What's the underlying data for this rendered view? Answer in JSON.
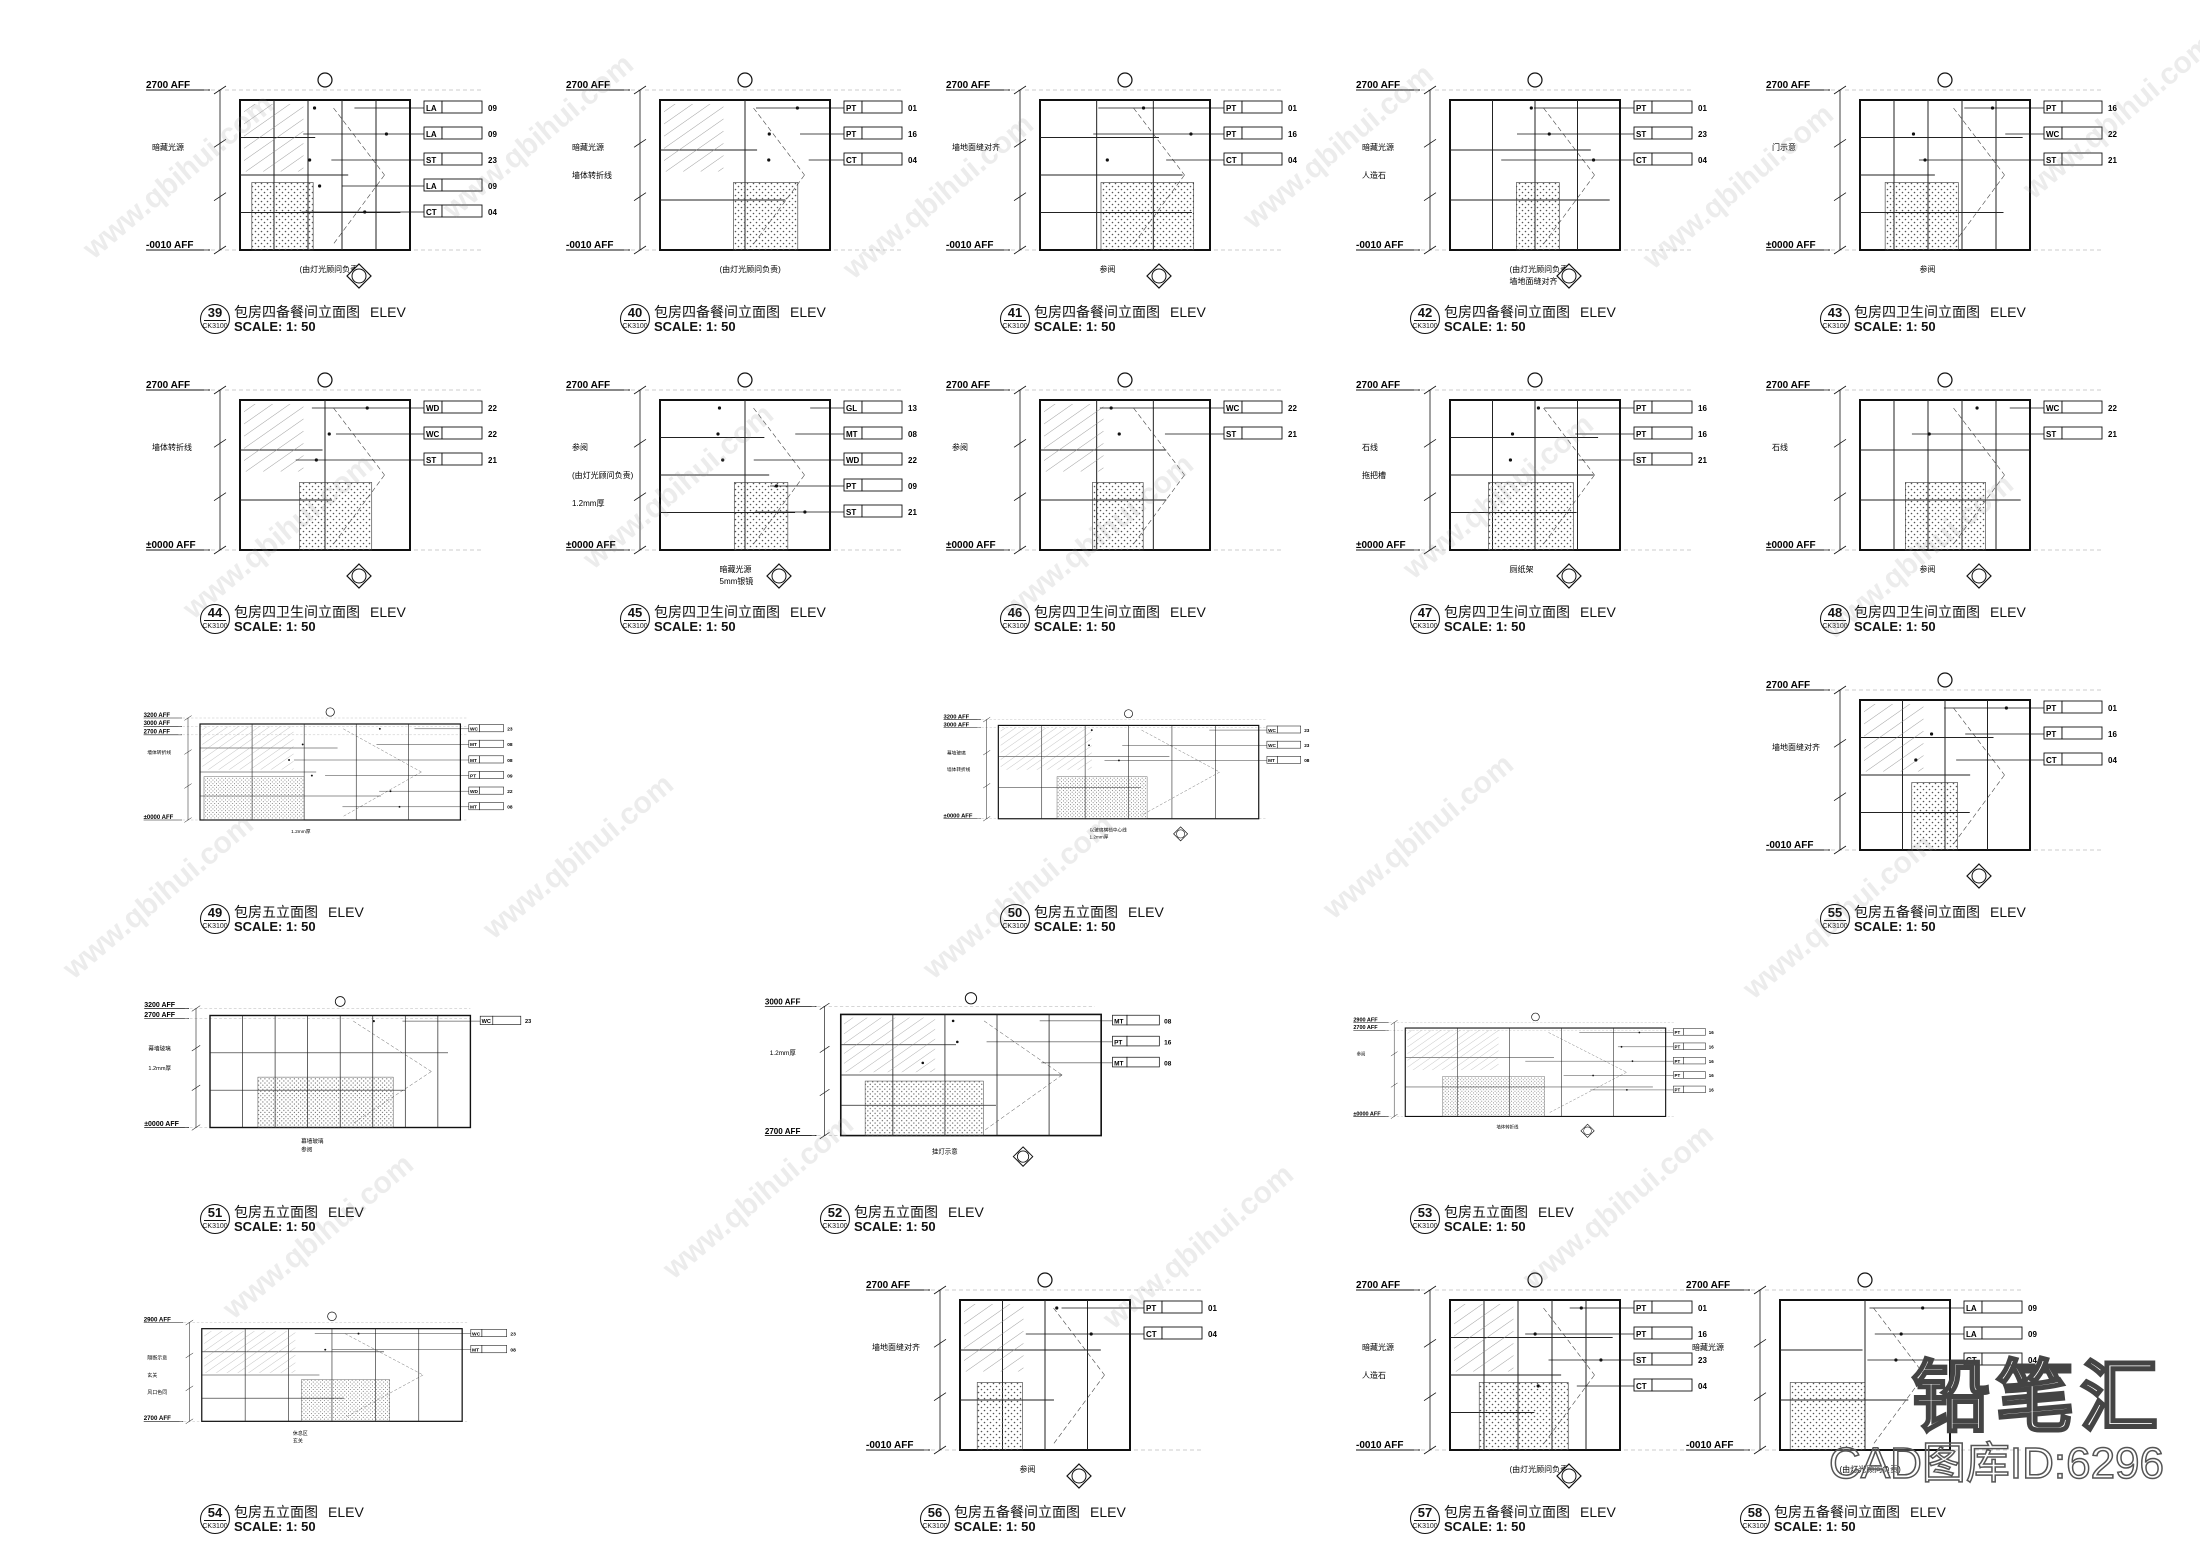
{
  "sheet": {
    "scale_text": "SCALE: 1: 50",
    "elev_word": "ELEV",
    "ref_code": "CK3100",
    "watermark_text": "www.qbihui.com",
    "brand_mark": "铅笔汇",
    "brand_id": "CAD图库ID:6296"
  },
  "drawings": [
    {
      "num": "39",
      "title": "包房四备餐间立面图",
      "levels": [
        "2700 AFF",
        "-0010 AFF"
      ],
      "tags": [
        [
          "LA",
          "09"
        ],
        [
          "LA",
          "09"
        ],
        [
          "ST",
          "23"
        ],
        [
          "LA",
          "09"
        ],
        [
          "CT",
          "04"
        ]
      ],
      "notes": [
        "暗藏光源",
        "(由灯光顾问负责)"
      ]
    },
    {
      "num": "40",
      "title": "包房四备餐间立面图",
      "levels": [
        "2700 AFF",
        "-0010 AFF"
      ],
      "tags": [
        [
          "PT",
          "01"
        ],
        [
          "PT",
          "16"
        ],
        [
          "CT",
          "04"
        ]
      ],
      "notes": [
        "暗藏光源",
        "(由灯光顾问负责)",
        "墙体转折线"
      ]
    },
    {
      "num": "41",
      "title": "包房四备餐间立面图",
      "levels": [
        "2700 AFF",
        "-0010 AFF"
      ],
      "tags": [
        [
          "PT",
          "01"
        ],
        [
          "PT",
          "16"
        ],
        [
          "CT",
          "04"
        ]
      ],
      "notes": [
        "墙地面缝对齐",
        "参阅"
      ]
    },
    {
      "num": "42",
      "title": "包房四备餐间立面图",
      "levels": [
        "2700 AFF",
        "-0010 AFF"
      ],
      "tags": [
        [
          "PT",
          "01"
        ],
        [
          "ST",
          "23"
        ],
        [
          "CT",
          "04"
        ]
      ],
      "notes": [
        "暗藏光源",
        "(由灯光顾问负责)",
        "人造石",
        "墙地面缝对齐"
      ]
    },
    {
      "num": "43",
      "title": "包房四卫生间立面图",
      "levels": [
        "2700 AFF",
        "±0000 AFF"
      ],
      "tags": [
        [
          "PT",
          "16"
        ],
        [
          "WC",
          "22"
        ],
        [
          "ST",
          "21"
        ]
      ],
      "notes": [
        "门示意",
        "参阅"
      ]
    },
    {
      "num": "44",
      "title": "包房四卫生间立面图",
      "levels": [
        "2700 AFF",
        "±0000 AFF"
      ],
      "tags": [
        [
          "WD",
          "22"
        ],
        [
          "WC",
          "22"
        ],
        [
          "ST",
          "21"
        ]
      ],
      "notes": [
        "墙体转折线"
      ]
    },
    {
      "num": "45",
      "title": "包房四卫生间立面图",
      "levels": [
        "2700 AFF",
        "±0000 AFF"
      ],
      "tags": [
        [
          "GL",
          "13"
        ],
        [
          "MT",
          "08"
        ],
        [
          "WD",
          "22"
        ],
        [
          "PT",
          "09"
        ],
        [
          "ST",
          "21"
        ]
      ],
      "notes": [
        "参阅",
        "暗藏光源",
        "(由灯光顾问负责)",
        "5mm银镜",
        "1.2mm厚"
      ]
    },
    {
      "num": "46",
      "title": "包房四卫生间立面图",
      "levels": [
        "2700 AFF",
        "±0000 AFF"
      ],
      "tags": [
        [
          "WC",
          "22"
        ],
        [
          "ST",
          "21"
        ]
      ],
      "notes": [
        "参阅"
      ]
    },
    {
      "num": "47",
      "title": "包房四卫生间立面图",
      "levels": [
        "2700 AFF",
        "±0000 AFF"
      ],
      "tags": [
        [
          "PT",
          "16"
        ],
        [
          "PT",
          "16"
        ],
        [
          "ST",
          "21"
        ]
      ],
      "notes": [
        "石线",
        "厕纸架",
        "拖把槽"
      ]
    },
    {
      "num": "48",
      "title": "包房四卫生间立面图",
      "levels": [
        "2700 AFF",
        "±0000 AFF"
      ],
      "tags": [
        [
          "WC",
          "22"
        ],
        [
          "ST",
          "21"
        ]
      ],
      "notes": [
        "石线",
        "参阅"
      ]
    },
    {
      "num": "49",
      "title": "包房五立面图",
      "levels": [
        "3200 AFF",
        "3000 AFF",
        "2700 AFF",
        "±0000 AFF"
      ],
      "tags": [
        [
          "WC",
          "23"
        ],
        [
          "MT",
          "08"
        ],
        [
          "MT",
          "08"
        ],
        [
          "PT",
          "09"
        ],
        [
          "WD",
          "22"
        ],
        [
          "MT",
          "08"
        ]
      ],
      "notes": [
        "墙体转折线",
        "1.2mm厚"
      ]
    },
    {
      "num": "50",
      "title": "包房五立面图",
      "levels": [
        "3200 AFF",
        "3000 AFF",
        "±0000 AFF"
      ],
      "tags": [
        [
          "WC",
          "23"
        ],
        [
          "WC",
          "23"
        ],
        [
          "MT",
          "08"
        ]
      ],
      "notes": [
        "幕墙玻璃",
        "以玻璃横档中心线",
        "墙体转折线",
        "1.2mm厚"
      ]
    },
    {
      "num": "55",
      "title": "包房五备餐间立面图",
      "levels": [
        "2700 AFF",
        "-0010 AFF"
      ],
      "tags": [
        [
          "PT",
          "01"
        ],
        [
          "PT",
          "16"
        ],
        [
          "CT",
          "04"
        ]
      ],
      "notes": [
        "墙地面缝对齐"
      ]
    },
    {
      "num": "51",
      "title": "包房五立面图",
      "levels": [
        "3200 AFF",
        "2700 AFF",
        "±0000 AFF"
      ],
      "tags": [
        [
          "WC",
          "23"
        ]
      ],
      "notes": [
        "幕墙玻璃",
        "幕墙玻璃",
        "1.2mm厚",
        "参阅"
      ]
    },
    {
      "num": "52",
      "title": "包房五立面图",
      "levels": [
        "3000 AFF",
        "2700 AFF"
      ],
      "tags": [
        [
          "MT",
          "08"
        ],
        [
          "PT",
          "16"
        ],
        [
          "MT",
          "08"
        ]
      ],
      "notes": [
        "1.2mm厚",
        "挂灯示意"
      ]
    },
    {
      "num": "53",
      "title": "包房五立面图",
      "levels": [
        "2900 AFF",
        "2700 AFF",
        "±0000 AFF"
      ],
      "tags": [
        [
          "PT",
          "16"
        ],
        [
          "PT",
          "16"
        ],
        [
          "PT",
          "16"
        ],
        [
          "PT",
          "16"
        ],
        [
          "PT",
          "16"
        ]
      ],
      "notes": [
        "参阅",
        "墙体转折线"
      ]
    },
    {
      "num": "54",
      "title": "包房五立面图",
      "levels": [
        "2900 AFF",
        "2700 AFF"
      ],
      "tags": [
        [
          "WC",
          "23"
        ],
        [
          "MT",
          "08"
        ]
      ],
      "notes": [
        "隔断示意",
        "休息区",
        "玄关",
        "玄关",
        "风口色同"
      ]
    },
    {
      "num": "56",
      "title": "包房五备餐间立面图",
      "levels": [
        "2700 AFF",
        "-0010 AFF"
      ],
      "tags": [
        [
          "PT",
          "01"
        ],
        [
          "CT",
          "04"
        ]
      ],
      "notes": [
        "墙地面缝对齐",
        "参阅"
      ]
    },
    {
      "num": "57",
      "title": "包房五备餐间立面图",
      "levels": [
        "2700 AFF",
        "-0010 AFF"
      ],
      "tags": [
        [
          "PT",
          "01"
        ],
        [
          "PT",
          "16"
        ],
        [
          "ST",
          "23"
        ],
        [
          "CT",
          "04"
        ]
      ],
      "notes": [
        "暗藏光源",
        "(由灯光顾问负责)",
        "人造石"
      ]
    },
    {
      "num": "58",
      "title": "包房五备餐间立面图",
      "levels": [
        "2700 AFF",
        "-0010 AFF"
      ],
      "tags": [
        [
          "LA",
          "09"
        ],
        [
          "LA",
          "09"
        ],
        [
          "CT",
          "04"
        ]
      ],
      "notes": [
        "暗藏光源",
        "(由灯光顾问负责)"
      ]
    }
  ]
}
